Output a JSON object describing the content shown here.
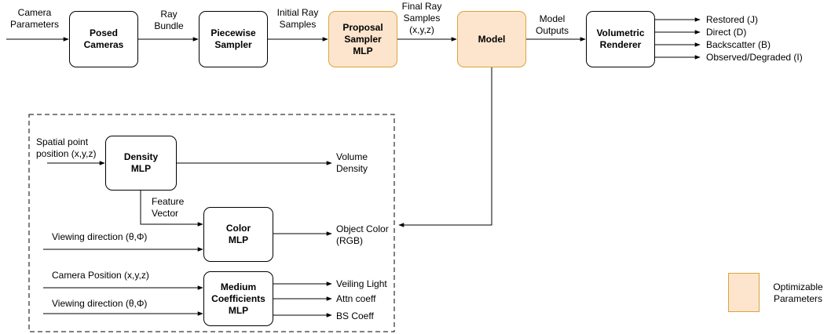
{
  "nodes": {
    "posed_cameras": "Posed\nCameras",
    "piecewise_sampler": "Piecewise\nSampler",
    "proposal_sampler": "Proposal\nSampler\nMLP",
    "model": "Model",
    "volumetric_renderer": "Volumetric\nRenderer",
    "density_mlp": "Density\nMLP",
    "color_mlp": "Color\nMLP",
    "medium_mlp": "Medium\nCoefficients\nMLP"
  },
  "edges": {
    "camera_parameters": "Camera\nParameters",
    "ray_bundle": "Ray\nBundle",
    "initial_ray_samples": "Initial Ray\nSamples",
    "final_ray_samples": "Final Ray\nSamples\n(x,y,z)",
    "model_outputs": "Model\nOutputs",
    "restored": "Restored (J)",
    "direct": "Direct (D)",
    "backscatter": "Backscatter (B)",
    "observed": "Observed/Degraded (I)",
    "spatial_point": "Spatial point\nposition (x,y,z)",
    "volume_density": "Volume\nDensity",
    "feature_vector": "Feature\nVector",
    "viewing_direction_1": "Viewing direction (θ,Φ)",
    "object_color": "Object Color\n(RGB)",
    "camera_position": "Camera Position (x,y,z)",
    "viewing_direction_2": "Viewing direction (θ,Φ)",
    "veiling_light": "Veiling Light",
    "attn_coeff": "Attn coeff",
    "bs_coeff": "BS Coeff"
  },
  "legend": {
    "label": "Optimizable\nParameters"
  },
  "colors": {
    "optimizable_fill": "#fde5cd",
    "optimizable_border": "#d9a43c"
  }
}
